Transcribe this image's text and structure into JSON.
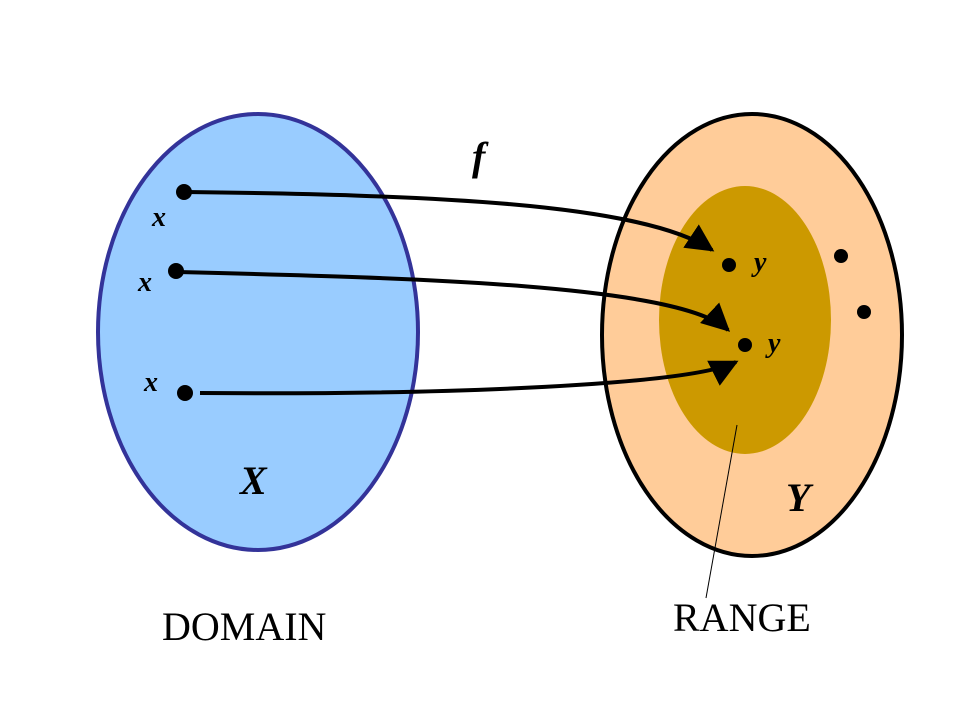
{
  "diagram": {
    "function_label": "f",
    "domain_set": {
      "name": "X",
      "caption": "DOMAIN",
      "fill": "#99ccff",
      "stroke": "#333399",
      "points": [
        {
          "label": "x"
        },
        {
          "label": "x"
        },
        {
          "label": "x"
        }
      ]
    },
    "codomain_set": {
      "name": "Y",
      "fill": "#ffcc99",
      "stroke": "#000000"
    },
    "range_set": {
      "caption": "RANGE",
      "fill": "#cc9900",
      "points": [
        {
          "label": "y"
        },
        {
          "label": "y"
        }
      ]
    },
    "colors": {
      "arrow": "#000000",
      "text": "#000000"
    }
  }
}
